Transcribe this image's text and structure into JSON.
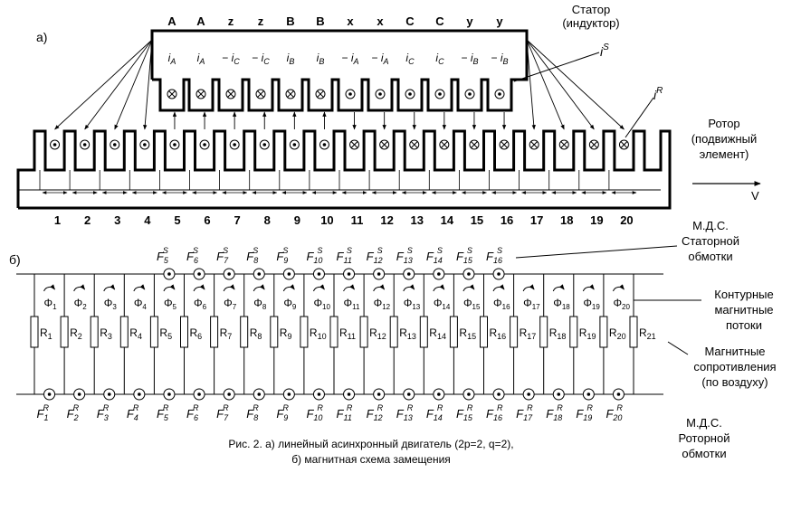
{
  "part_a_label": "а)",
  "part_b_label": "б)",
  "stator": {
    "label_line1": "Статор",
    "label_line2": "(индуктор)",
    "current_symbol": "i",
    "current_sup": "S",
    "phase_labels": [
      "A",
      "A",
      "z",
      "z",
      "B",
      "B",
      "x",
      "x",
      "C",
      "C",
      "y",
      "y"
    ],
    "currents": [
      {
        "sign": "",
        "sub": "A"
      },
      {
        "sign": "",
        "sub": "A"
      },
      {
        "sign": "−",
        "sub": "C"
      },
      {
        "sign": "−",
        "sub": "C"
      },
      {
        "sign": "",
        "sub": "B"
      },
      {
        "sign": "",
        "sub": "B"
      },
      {
        "sign": "−",
        "sub": "A"
      },
      {
        "sign": "−",
        "sub": "A"
      },
      {
        "sign": "",
        "sub": "C"
      },
      {
        "sign": "",
        "sub": "C"
      },
      {
        "sign": "−",
        "sub": "B"
      },
      {
        "sign": "−",
        "sub": "B"
      }
    ],
    "slot_marks": [
      "cross",
      "cross",
      "cross",
      "cross",
      "cross",
      "cross",
      "dot",
      "dot",
      "dot",
      "dot",
      "dot",
      "dot"
    ]
  },
  "rotor": {
    "label_line1": "Ротор",
    "label_line2": "(подвижный",
    "label_line3": "элемент)",
    "current_symbol": "i",
    "current_sup": "R",
    "velocity_label": "V",
    "slot_marks": [
      "dot",
      "dot",
      "dot",
      "dot",
      "dot",
      "dot",
      "dot",
      "dot",
      "dot",
      "dot",
      "cross",
      "cross",
      "cross",
      "cross",
      "cross",
      "cross",
      "cross",
      "cross",
      "cross",
      "cross"
    ],
    "tooth_numbers": [
      "1",
      "2",
      "3",
      "4",
      "5",
      "6",
      "7",
      "8",
      "9",
      "10",
      "11",
      "12",
      "13",
      "14",
      "15",
      "16",
      "17",
      "18",
      "19",
      "20"
    ]
  },
  "circuit": {
    "stator_mmf_symbol": "F",
    "stator_mmf_sup": "S",
    "stator_mmf_subs": [
      "5",
      "6",
      "7",
      "8",
      "9",
      "10",
      "11",
      "12",
      "13",
      "14",
      "15",
      "16"
    ],
    "flux_symbol": "Φ",
    "flux_subs": [
      "1",
      "2",
      "3",
      "4",
      "5",
      "6",
      "7",
      "8",
      "9",
      "10",
      "11",
      "12",
      "13",
      "14",
      "15",
      "16",
      "17",
      "18",
      "19",
      "20"
    ],
    "resistor_symbol": "R",
    "resistor_subs": [
      "1",
      "2",
      "3",
      "4",
      "5",
      "6",
      "7",
      "8",
      "9",
      "10",
      "11",
      "12",
      "13",
      "14",
      "15",
      "16",
      "17",
      "18",
      "19",
      "20",
      "21"
    ],
    "rotor_mmf_symbol": "F",
    "rotor_mmf_sup": "R",
    "rotor_mmf_subs": [
      "1",
      "2",
      "3",
      "4",
      "5",
      "6",
      "7",
      "8",
      "9",
      "10",
      "11",
      "12",
      "13",
      "14",
      "15",
      "16",
      "17",
      "18",
      "19",
      "20"
    ]
  },
  "legend": {
    "stator_mmf": [
      "М.Д.С.",
      "Статорной",
      "обмотки"
    ],
    "contour_flux": [
      "Контурные",
      "магнитные",
      "потоки"
    ],
    "reluctance": [
      "Магнитные",
      "сопротивления",
      "(по воздуху)"
    ],
    "rotor_mmf": [
      "М.Д.С.",
      "Роторной",
      "обмотки"
    ]
  },
  "caption_line1": "Рис. 2. а) линейный асинхронный двигатель (2р=2, q=2),",
  "caption_line2": "б) магнитная схема замещения"
}
